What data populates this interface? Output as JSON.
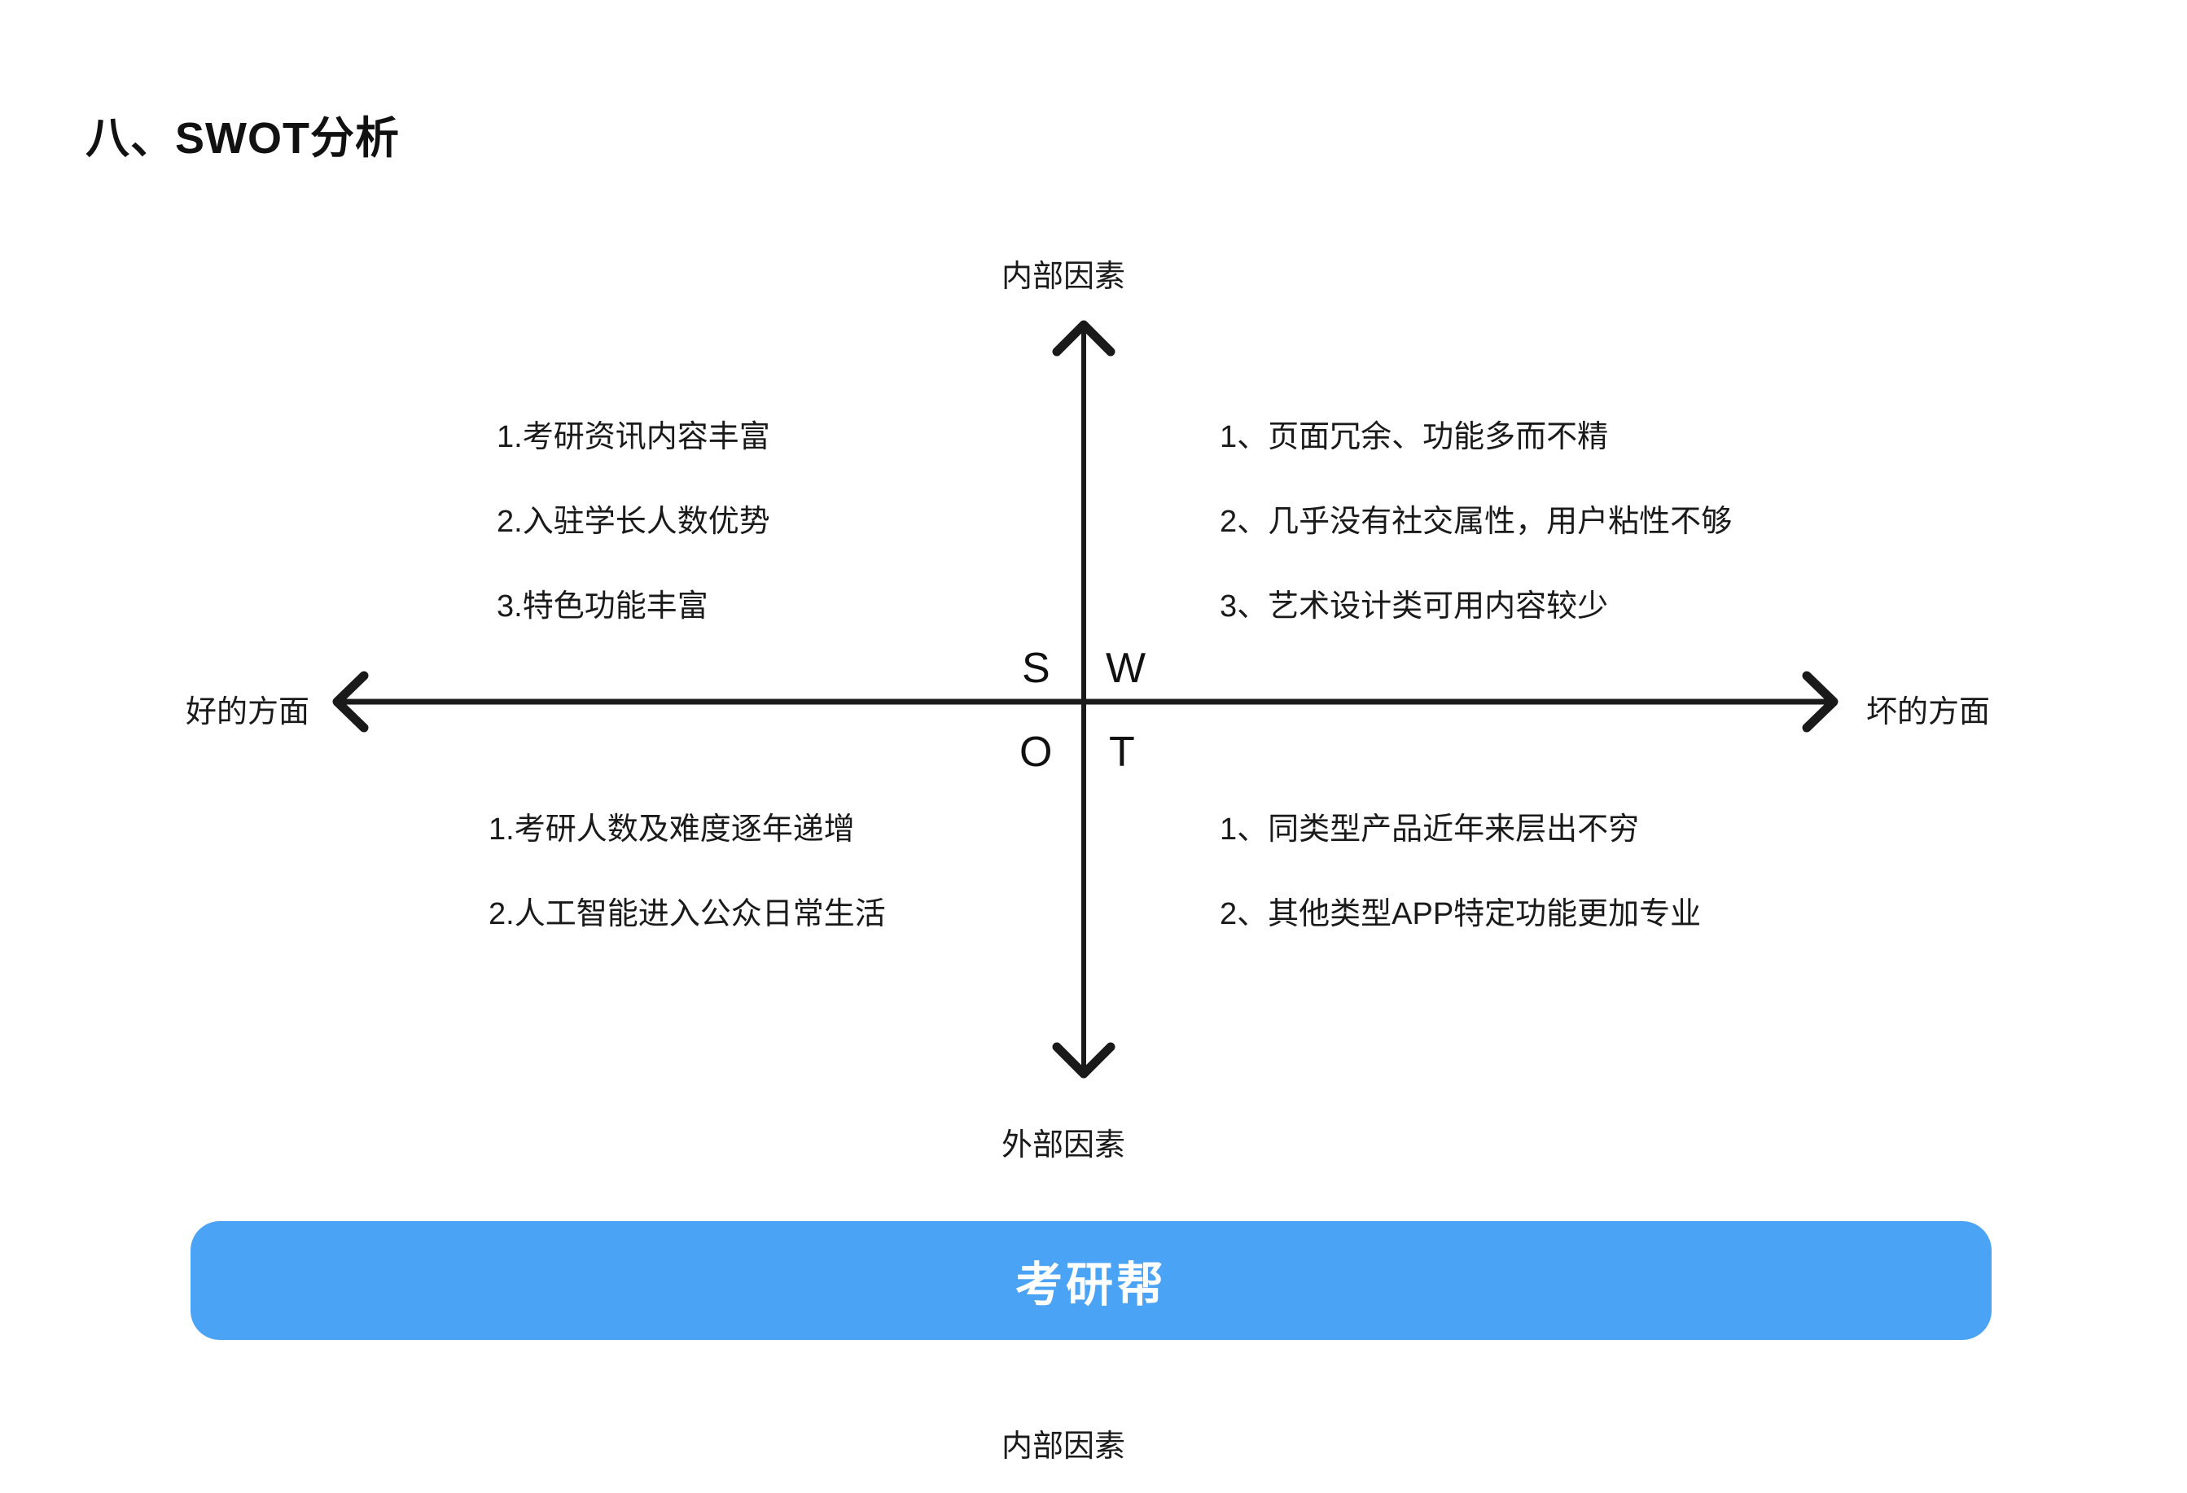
{
  "slide": {
    "title": "八、SWOT分析"
  },
  "axes": {
    "vertical_top_label": "内部因素",
    "vertical_bottom_label": "外部因素",
    "horizontal_left_label": "好的方面",
    "horizontal_right_label": "坏的方面",
    "line_color": "#1a1a1a",
    "left_arrow_icon": "arrow-left-icon",
    "right_arrow_icon": "arrow-right-icon",
    "up_arrow_icon": "arrow-up-icon",
    "down_arrow_icon": "arrow-down-icon"
  },
  "quadrant_letters": {
    "strengths": "S",
    "weaknesses": "W",
    "opportunities": "O",
    "threats": "T"
  },
  "quadrants": {
    "strengths": {
      "items": [
        "1.考研资讯内容丰富",
        "2.入驻学长人数优势",
        "3.特色功能丰富"
      ]
    },
    "weaknesses": {
      "items": [
        "1、页面冗余、功能多而不精",
        "2、几乎没有社交属性，用户粘性不够",
        "3、艺术设计类可用内容较少"
      ]
    },
    "opportunities": {
      "items": [
        "1.考研人数及难度逐年递增",
        "2.人工智能进入公众日常生活"
      ]
    },
    "threats": {
      "items": [
        "1、同类型产品近年来层出不穷",
        "2、其他类型APP特定功能更加专业"
      ]
    }
  },
  "brand_banner": {
    "label": "考研帮",
    "background_color": "#4BA3F5",
    "text_color": "#FFFFFF"
  },
  "footer": {
    "label": "内部因素"
  }
}
